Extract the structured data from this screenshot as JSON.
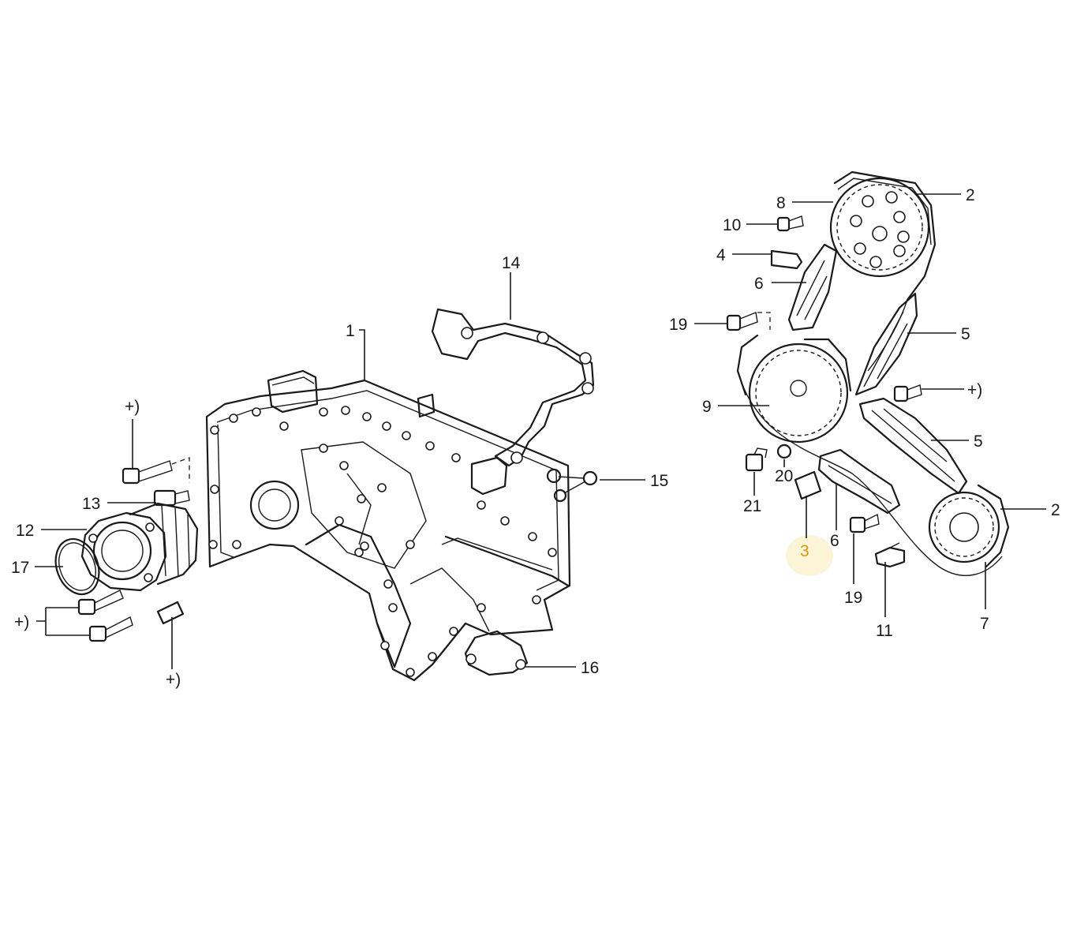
{
  "callouts": {
    "c1": "1",
    "c2a": "2",
    "c2b": "2",
    "c3": "3",
    "c4": "4",
    "c5a": "5",
    "c5b": "5",
    "c6a": "6",
    "c6b": "6",
    "c7": "7",
    "c8": "8",
    "c9": "9",
    "c10": "10",
    "c11": "11",
    "c12": "12",
    "c13": "13",
    "c14": "14",
    "c15": "15",
    "c16": "16",
    "c17": "17",
    "c19a": "19",
    "c19b": "19",
    "c20": "20",
    "c21": "21",
    "plus_a": "+)",
    "plus_b": "+)",
    "plus_c": "+)",
    "plus_d": "+)"
  },
  "colors": {
    "line": "#1a1a1a",
    "highlight": "#d89a00",
    "background": "#ffffff"
  }
}
